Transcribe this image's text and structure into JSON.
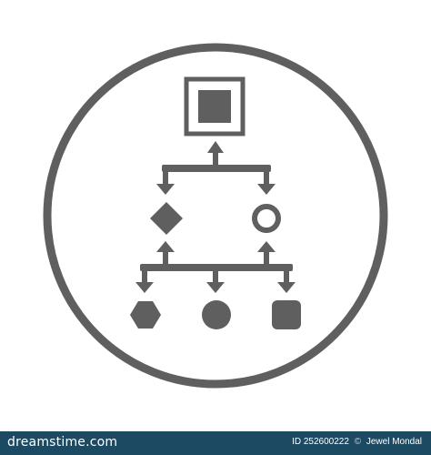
{
  "icon": {
    "name": "hierarchy-flowchart-icon",
    "color": "#5f5f5f"
  },
  "footer": {
    "background": "#1c4a63",
    "logo_text": "dreamstime.com",
    "id_text": "ID 252600222",
    "separator": "©",
    "author_text": "Jewel Mondal"
  }
}
